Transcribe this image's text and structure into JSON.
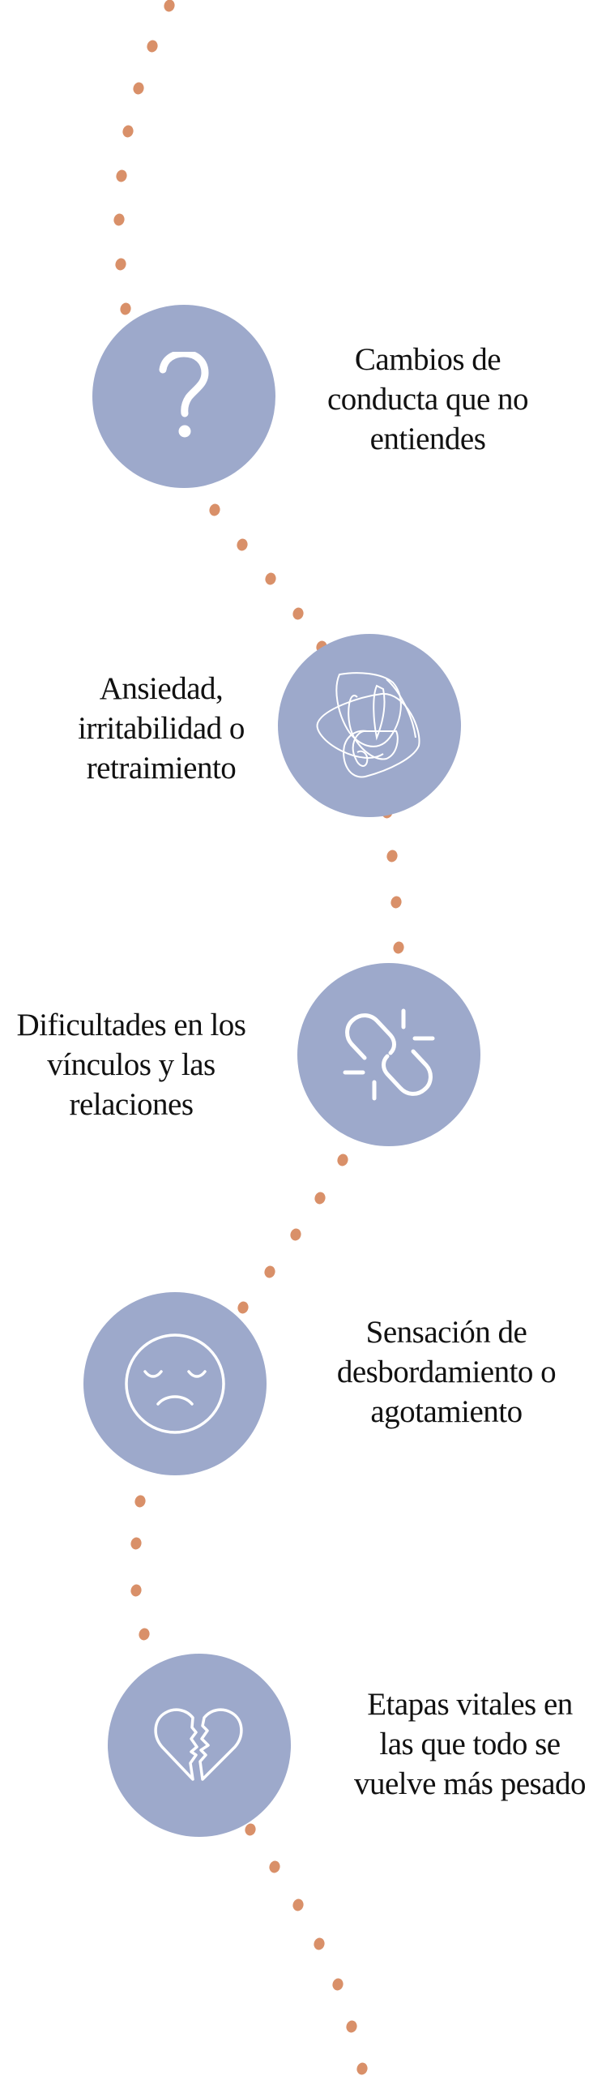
{
  "colors": {
    "circle": "#9da9cb",
    "dot": "#d99069",
    "text": "#111111",
    "icon": "#ffffff"
  },
  "items": [
    {
      "icon": "question-mark-icon",
      "lines": [
        "Cambios de",
        "conducta que no",
        "entiendes"
      ]
    },
    {
      "icon": "scribble-icon",
      "lines": [
        "Ansiedad,",
        "irritabilidad o",
        "retraimiento"
      ]
    },
    {
      "icon": "broken-link-icon",
      "lines": [
        "Dificultades en los",
        "vínculos y las",
        "relaciones"
      ]
    },
    {
      "icon": "sad-face-icon",
      "lines": [
        "Sensación de",
        "desbordamiento o",
        "agotamiento"
      ]
    },
    {
      "icon": "broken-heart-icon",
      "lines": [
        "Etapas vitales en",
        "las que todo se",
        "vuelve más pesado"
      ]
    }
  ]
}
